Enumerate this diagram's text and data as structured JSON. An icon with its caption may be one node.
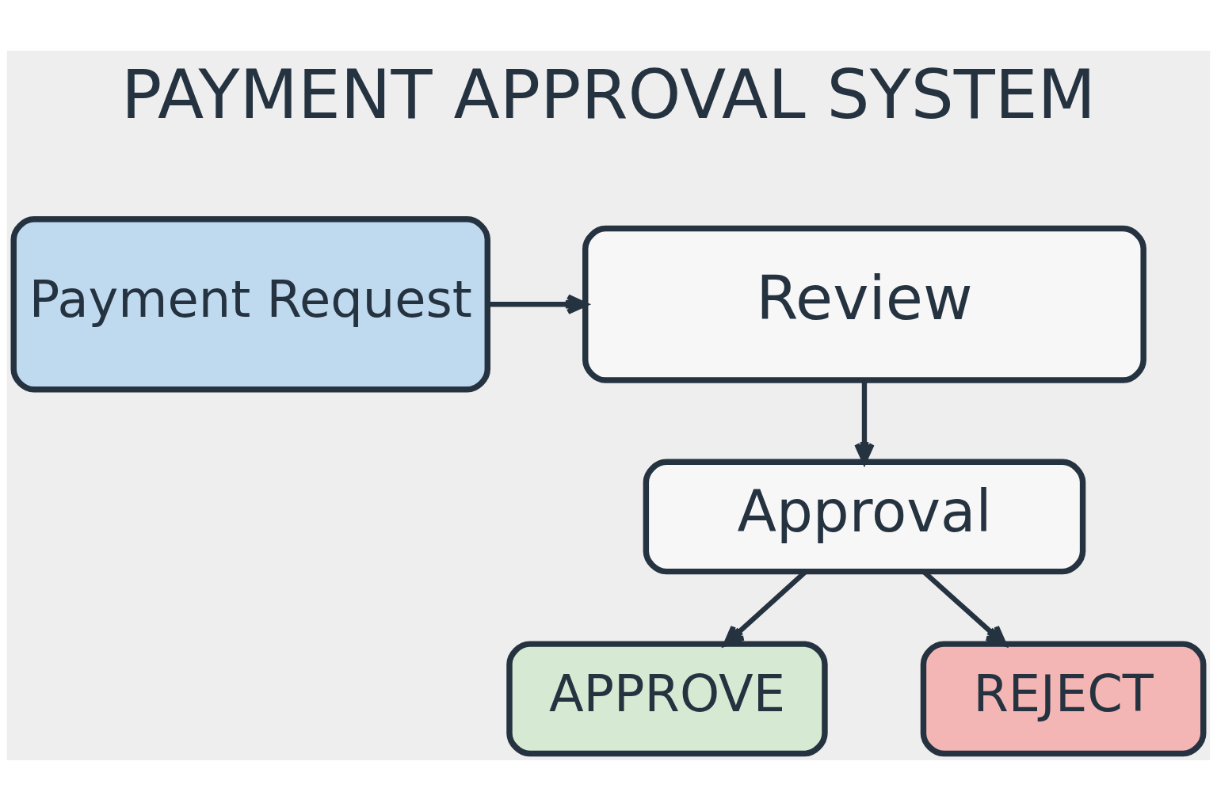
{
  "diagram": {
    "title": "PAYMENT APPROVAL SYSTEM",
    "nodes": [
      {
        "text": [
          "Payment Request"
        ]
      },
      {
        "text": [
          "Review"
        ]
      },
      {
        "text": [
          "Approval"
        ]
      },
      {
        "text": [
          "APPROVE"
        ]
      },
      {
        "text": [
          "REJECT"
        ]
      }
    ],
    "edges": [
      {
        "from": 0,
        "to": 1,
        "arrow": "to"
      },
      {
        "from": 1,
        "to": 2,
        "arrow": "to"
      },
      {
        "from": 2,
        "to": 3,
        "arrow": "to"
      },
      {
        "from": 2,
        "to": 4,
        "arrow": "to"
      }
    ]
  }
}
